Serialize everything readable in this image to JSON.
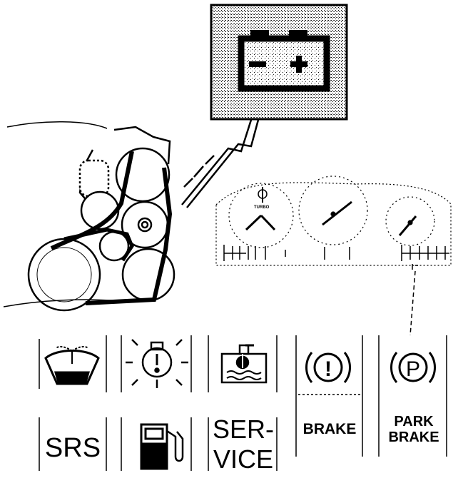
{
  "gauges": {
    "tach_label": "TURBO"
  },
  "warning_lights": {
    "srs": "SRS",
    "service_line1": "SER-",
    "service_line2": "VICE",
    "brake": "BRAKE",
    "park_brake_line1": "PARK",
    "park_brake_line2": "BRAKE",
    "park_symbol": "P",
    "exclaim_symbol": "!"
  },
  "battery": {
    "minus": "−",
    "plus": "+"
  },
  "icons": [
    "battery-icon",
    "washer-fluid-icon",
    "bulb-failure-icon",
    "coolant-level-icon",
    "brake-warning-icon",
    "park-brake-icon",
    "fuel-icon"
  ],
  "colors": {
    "ink": "#000000",
    "paper": "#ffffff",
    "stipple": "#8a8a8a"
  }
}
